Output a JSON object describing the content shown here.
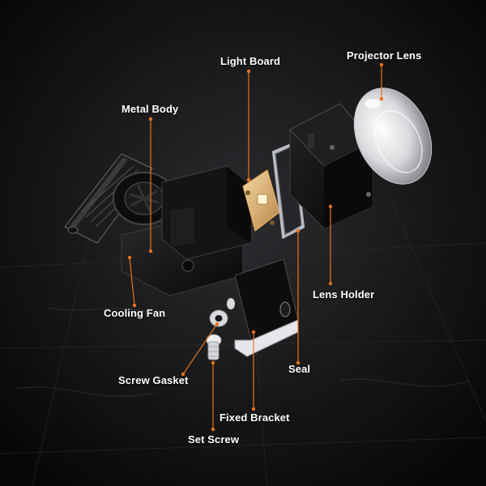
{
  "accent_color": "#e8731e",
  "labels": {
    "light_board": "Light Board",
    "projector_lens": "Projector Lens",
    "metal_body": "Metal Body",
    "lens_holder": "Lens Holder",
    "cooling_fan": "Cooling Fan",
    "screw_gasket": "Screw Gasket",
    "seal": "Seal",
    "fixed_bracket": "Fixed Bracket",
    "set_screw": "Set Screw"
  }
}
